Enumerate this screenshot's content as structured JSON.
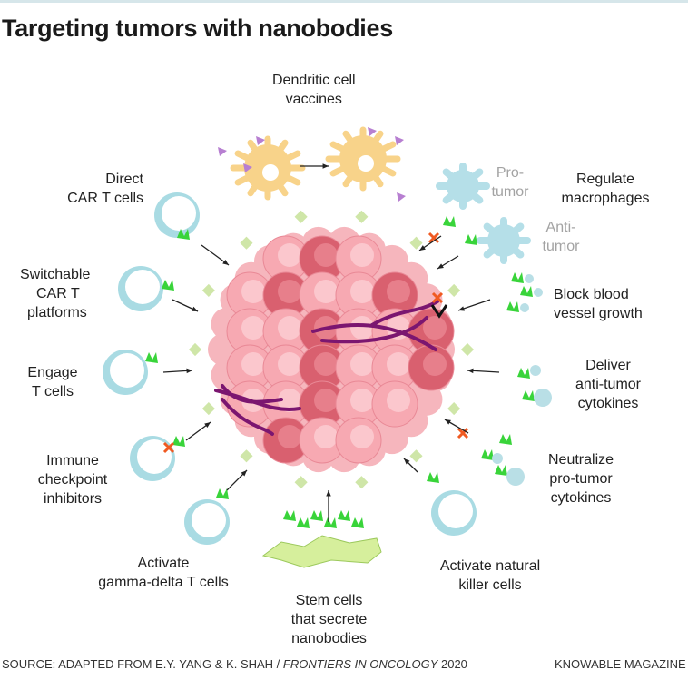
{
  "title": "Targeting tumors with nanobodies",
  "labels": {
    "dendritic": [
      "Dendritic cell",
      "vaccines"
    ],
    "direct_car_t": [
      "Direct",
      "CAR T cells"
    ],
    "switchable": [
      "Switchable",
      "CAR T",
      "platforms"
    ],
    "engage": [
      "Engage",
      "T cells"
    ],
    "checkpoint": [
      "Immune",
      "checkpoint",
      "inhibitors"
    ],
    "gamma_delta": [
      "Activate",
      "gamma-delta T cells"
    ],
    "stem_cells": [
      "Stem cells",
      "that secrete",
      "nanobodies"
    ],
    "nk_cells": [
      "Activate natural",
      "killer cells"
    ],
    "neutralize": [
      "Neutralize",
      "pro-tumor",
      "cytokines"
    ],
    "deliver": [
      "Deliver",
      "anti-tumor",
      "cytokines"
    ],
    "block": [
      "Block blood",
      "vessel growth"
    ],
    "macrophages": [
      "Regulate",
      "macrophages"
    ],
    "pro_tumor": [
      "Pro-",
      "tumor"
    ],
    "anti_tumor": [
      "Anti-",
      "tumor"
    ]
  },
  "footer": {
    "source_prefix": "SOURCE: ADAPTED FROM E.Y. YANG & K. SHAH / ",
    "source_journal": "FRONTIERS IN ONCOLOGY",
    "source_year": " 2020",
    "credit": "KNOWABLE MAGAZINE"
  },
  "colors": {
    "tumor_light": "#f6b6bd",
    "tumor_dark": "#d9606f",
    "nanobody": "#39d43a",
    "tcell": "#a9dbe3",
    "vessel": "#7b1670",
    "dendritic": "#f8d38a",
    "stem": "#d6ef9c",
    "inhibit": "#f05a22"
  }
}
